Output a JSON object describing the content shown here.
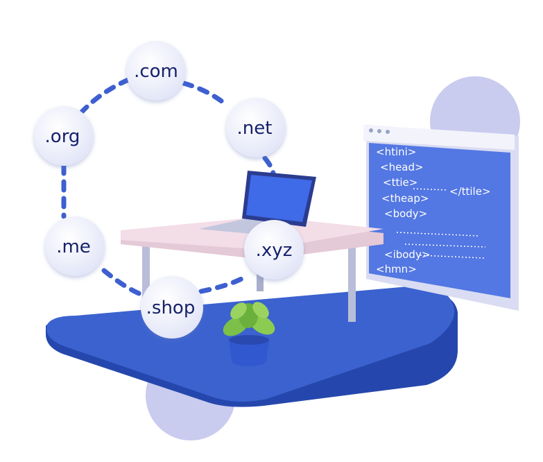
{
  "domains": [
    ".com",
    ".net",
    ".org",
    ".me",
    ".xyz",
    ".shop"
  ],
  "code_panel": {
    "lines": [
      "<htini>",
      "<head>",
      "<ttie>",
      "</ttile>",
      "<theap>",
      "<body>",
      "<ibody>",
      "<hmn>"
    ]
  },
  "colors": {
    "platform": "#3b62cf",
    "platform_side": "#2547ad",
    "bubble": "#eef0fb",
    "bubble_text": "#17206b",
    "dash": "#3d5fd0",
    "circle_accent": "#c9cbef",
    "code_panel": "#5377e3",
    "table_top": "#f1dde6"
  },
  "icons": [
    "laptop-icon",
    "plant-icon"
  ]
}
